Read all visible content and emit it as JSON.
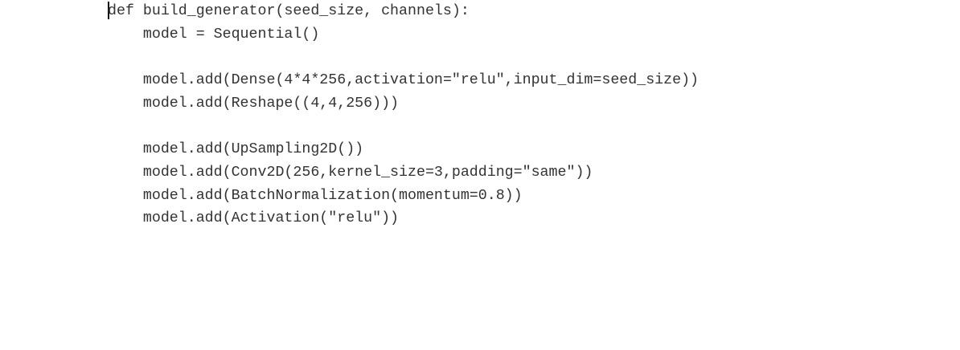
{
  "editor": {
    "lines": [
      "def build_generator(seed_size, channels):",
      "    model = Sequential()",
      "",
      "    model.add(Dense(4*4*256,activation=\"relu\",input_dim=seed_size))",
      "    model.add(Reshape((4,4,256)))",
      "",
      "    model.add(UpSampling2D())",
      "    model.add(Conv2D(256,kernel_size=3,padding=\"same\"))",
      "    model.add(BatchNormalization(momentum=0.8))",
      "    model.add(Activation(\"relu\"))"
    ]
  }
}
